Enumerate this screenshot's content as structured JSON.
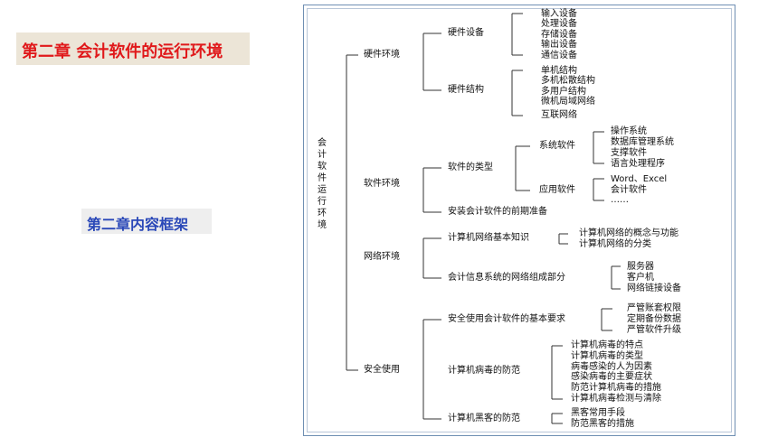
{
  "slide": {
    "title": "第二章 会计软件的运行环境",
    "subtitle": "第二章内容框架"
  },
  "diagram": {
    "root": "会计软件运行环境",
    "branches": [
      {
        "label": "硬件环境",
        "children": [
          {
            "label": "硬件设备",
            "items": [
              "输入设备",
              "处理设备",
              "存储设备",
              "输出设备",
              "通信设备"
            ]
          },
          {
            "label": "硬件结构",
            "items": [
              "单机结构",
              "多机松散结构",
              "多用户结构",
              "微机局域网络",
              "互联网络"
            ]
          }
        ]
      },
      {
        "label": "软件环境",
        "children": [
          {
            "label": "软件的类型",
            "children": [
              {
                "label": "系统软件",
                "items": [
                  "操作系统",
                  "数据库管理系统",
                  "支撑软件",
                  "语言处理程序"
                ]
              },
              {
                "label": "应用软件",
                "items": [
                  "Word、Excel",
                  "会计软件",
                  "……"
                ]
              }
            ]
          },
          {
            "label": "安装会计软件的前期准备"
          }
        ]
      },
      {
        "label": "网络环境",
        "children": [
          {
            "label": "计算机网络基本知识",
            "items": [
              "计算机网络的概念与功能",
              "计算机网络的分类"
            ]
          },
          {
            "label": "会计信息系统的网络组成部分",
            "items": [
              "服务器",
              "客户机",
              "网络链接设备"
            ]
          }
        ]
      },
      {
        "label": "安全使用",
        "children": [
          {
            "label": "安全使用会计软件的基本要求",
            "items": [
              "严管账套权限",
              "定期备份数据",
              "严管软件升级"
            ]
          },
          {
            "label": "计算机病毒的防范",
            "items": [
              "计算机病毒的特点",
              "计算机病毒的类型",
              "病毒感染的人为因素",
              "感染病毒的主要症状",
              "防范计算机病毒的措施",
              "计算机病毒检测与清除"
            ]
          },
          {
            "label": "计算机黑客的防范",
            "items": [
              "黑客常用手段",
              "防范黑客的措施"
            ]
          }
        ]
      }
    ]
  }
}
